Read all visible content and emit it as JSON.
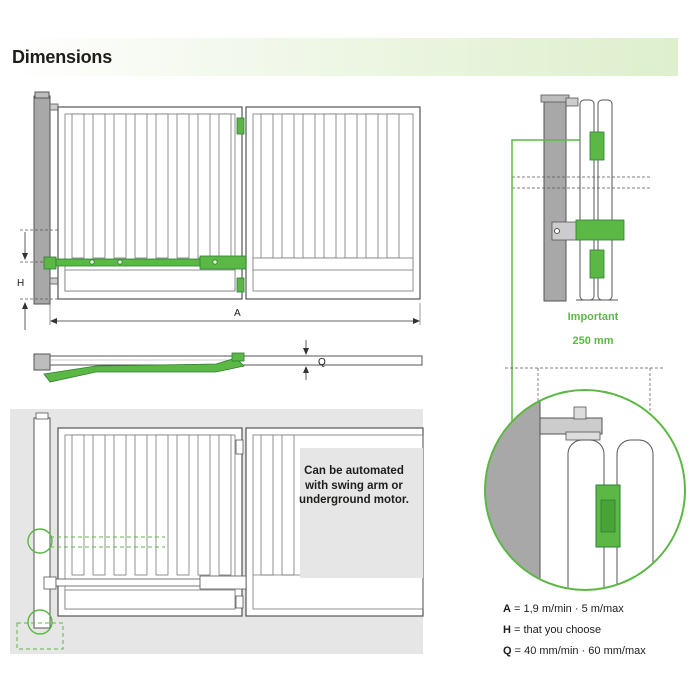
{
  "page": {
    "title": "Dimensions"
  },
  "colors": {
    "accent_green": "#5cb845",
    "dark_green": "#2e7d32",
    "grey_panel": "#e6e6e6",
    "post_grey": "#a8a8a8"
  },
  "diagram": {
    "dim_a_label": "A",
    "dim_h_label": "H",
    "dim_q_label": "Q",
    "automation_note": "Can be automated with swing arm or underground motor.",
    "important_label": "Important",
    "important_value": "250 mm"
  },
  "legend": [
    {
      "key": "A",
      "value": "= 1,9 m/min · 5 m/max"
    },
    {
      "key": "H",
      "value": "= that you choose"
    },
    {
      "key": "Q",
      "value": "= 40 mm/min · 60 mm/max"
    }
  ]
}
